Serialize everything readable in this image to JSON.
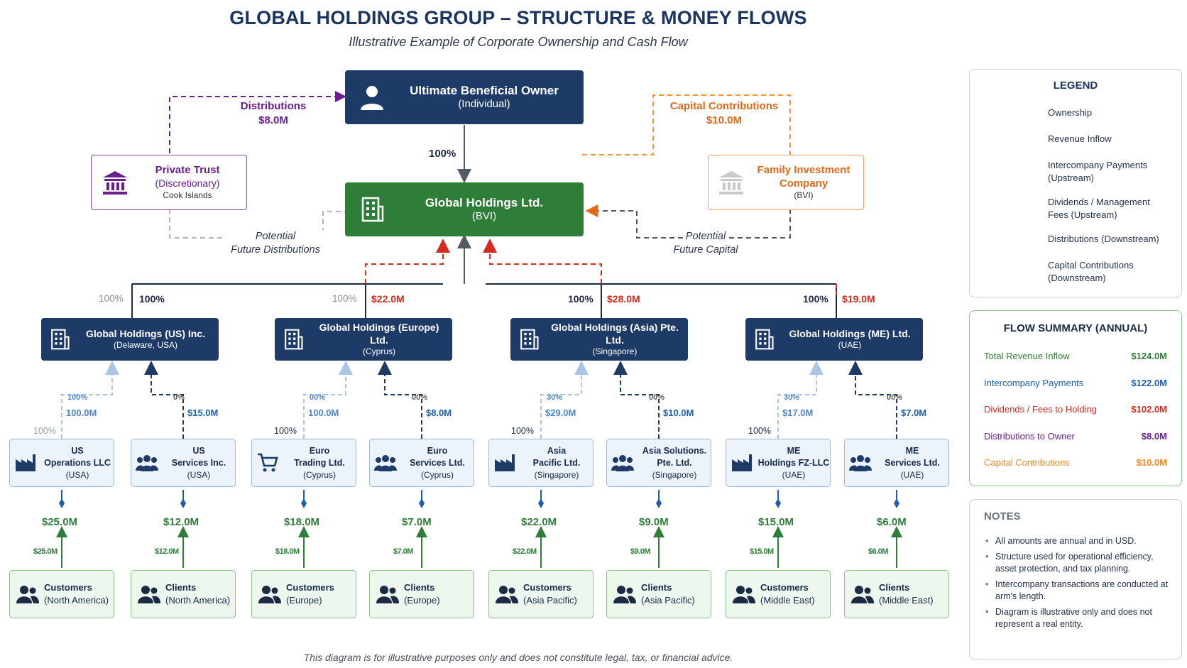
{
  "title": "GLOBAL HOLDINGS GROUP – STRUCTURE & MONEY FLOWS",
  "subtitle": "Illustrative Example of Corporate Ownership and Cash Flow",
  "disclaimer": "This diagram is for illustrative purposes only and does not constitute legal, tax, or financial advice.",
  "ubo": {
    "name": "Ultimate Beneficial Owner",
    "type": "(Individual)"
  },
  "holding": {
    "name": "Global Holdings Ltd.",
    "jurisdiction": "(BVI)"
  },
  "trust": {
    "name": "Private Trust",
    "type": "(Discretionary)",
    "jurisdiction": "Cook Islands"
  },
  "family": {
    "name_line1": "Family Investment",
    "name_line2": "Company",
    "jurisdiction": "(BVI)"
  },
  "top_flows": {
    "distributions_label": "Distributions",
    "distributions_value": "$8.0M",
    "capital_label": "Capital Contributions",
    "capital_value": "$10.0M",
    "ubo_ownership": "100%",
    "potential_dist_line1": "Potential",
    "potential_dist_line2": "Future Distributions",
    "potential_cap_line1": "Potential",
    "potential_cap_line2": "Future Capital"
  },
  "regions": [
    {
      "name": "Global Holdings (US) Inc.",
      "jurisdiction": "(Delaware, USA)",
      "pct_gray": "100%",
      "pct_dark": "100%",
      "dividend": ""
    },
    {
      "name": "Global Holdings (Europe) Ltd.",
      "jurisdiction": "(Cyprus)",
      "pct_gray": "100%",
      "pct_dark": "",
      "dividend": "$22.0M"
    },
    {
      "name": "Global Holdings (Asia) Pte. Ltd.",
      "jurisdiction": "(Singapore)",
      "pct_gray": "",
      "pct_dark": "100%",
      "dividend": "$28.0M"
    },
    {
      "name": "Global Holdings (ME) Ltd.",
      "jurisdiction": "(UAE)",
      "pct_gray": "",
      "pct_dark": "100%",
      "dividend": "$19.0M"
    }
  ],
  "subsidiaries": [
    {
      "line1": "US",
      "line2": "Operations LLC",
      "line3": "(USA)",
      "upflow": "100.0M",
      "upflow_garbled": "100%",
      "own": "100%",
      "icon": "factory-icon"
    },
    {
      "line1": "US",
      "line2": "Services Inc.",
      "line3": "(USA)",
      "upflow": "$15.0M",
      "upflow_garbled": "0%",
      "own": "",
      "icon": "people-icon"
    },
    {
      "line1": "Euro",
      "line2": "Trading Ltd.",
      "line3": "(Cyprus)",
      "upflow": "100.0M",
      "upflow_garbled": "00%",
      "own": "100%",
      "icon": "cart-icon"
    },
    {
      "line1": "Euro",
      "line2": "Services Ltd.",
      "line3": "(Cyprus)",
      "upflow": "$8.0M",
      "upflow_garbled": "00%",
      "own": "",
      "icon": "people-icon"
    },
    {
      "line1": "Asia",
      "line2": "Pacific Ltd.",
      "line3": "(Singapore)",
      "upflow": "$29.0M",
      "upflow_garbled": "30%",
      "own": "100%",
      "icon": "factory-icon"
    },
    {
      "line1": "Asia Solutions.",
      "line2": "Pte. Ltd.",
      "line3": "(Singapore)",
      "upflow": "$10.0M",
      "upflow_garbled": "00%",
      "own": "",
      "icon": "people-icon"
    },
    {
      "line1": "ME",
      "line2": "Holdings FZ-LLC",
      "line3": "(UAE)",
      "upflow": "$17.0M",
      "upflow_garbled": "30%",
      "own": "100%",
      "icon": "factory-icon"
    },
    {
      "line1": "ME",
      "line2": "Services Ltd.",
      "line3": "(UAE)",
      "upflow": "$7.0M",
      "upflow_garbled": "00%",
      "own": "",
      "icon": "people-icon"
    }
  ],
  "revenues": [
    "$25.0M",
    "$12.0M",
    "$18.0M",
    "$7.0M",
    "$22.0M",
    "$9.0M",
    "$15.0M",
    "$6.0M"
  ],
  "revenue_echo": [
    "$25.0M",
    "$12.0M",
    "$18.0M",
    "$7.0M",
    "$22.0M",
    "$9.0M",
    "$15.0M",
    "$6.0M"
  ],
  "customers": [
    {
      "line1": "Customers",
      "line2": "(North America)"
    },
    {
      "line1": "Clients",
      "line2": "(North America)"
    },
    {
      "line1": "Customers",
      "line2": "(Europe)"
    },
    {
      "line1": "Clients",
      "line2": "(Europe)"
    },
    {
      "line1": "Customers",
      "line2": "(Asia Pacific)"
    },
    {
      "line1": "Clients",
      "line2": "(Asia Pacific)"
    },
    {
      "line1": "Customers",
      "line2": "(Middle East)"
    },
    {
      "line1": "Clients",
      "line2": "(Middle East)"
    }
  ],
  "legend": {
    "title": "LEGEND",
    "items": [
      {
        "line1": "Ownership",
        "line2": "",
        "color": "#1c2a44",
        "style": "solid"
      },
      {
        "line1": "Revenue Inflow",
        "line2": "",
        "color": "#2e7d38",
        "style": "solid-arrow"
      },
      {
        "line1": "Intercompany Payments",
        "line2": "(Upstream)",
        "color": "#1d5fae",
        "style": "dashed-arrow"
      },
      {
        "line1": "Dividends / Management",
        "line2": "Fees (Upstream)",
        "color": "#d42b1e",
        "style": "dashed-arrow"
      },
      {
        "line1": "Distributions (Downstream)",
        "line2": "",
        "color": "#6a1f8f",
        "style": "dashed-arrow"
      },
      {
        "line1": "Capital Contributions",
        "line2": "(Downstream)",
        "color": "#f08a24",
        "style": "dashed-arrow"
      }
    ]
  },
  "flow_summary": {
    "title": "FLOW SUMMARY (ANNUAL)",
    "rows": [
      {
        "label": "Total Revenue Inflow",
        "value": "$124.0M",
        "color": "#2e7d38"
      },
      {
        "label": "Intercompany Payments",
        "value": "$122.0M",
        "color": "#1d5fae"
      },
      {
        "label": "Dividends / Fees to Holding",
        "value": "$102.0M",
        "color": "#d42b1e"
      },
      {
        "label": "Distributions to Owner",
        "value": "$8.0M",
        "color": "#6a1f8f"
      },
      {
        "label": "Capital Contributions",
        "value": "$10.0M",
        "color": "#f08a24"
      }
    ]
  },
  "notes": {
    "title": "NOTES",
    "items": [
      "All amounts are annual and in USD.",
      "Structure used for operational efficiency, asset protection, and tax planning.",
      "Intercompany transactions are conducted at arm's length.",
      "Diagram is illustrative only and does not represent a real entity."
    ]
  },
  "colors": {
    "navy": "#1e3a66",
    "green": "#2e7d38",
    "purple": "#6a1f8f",
    "orange": "#f08a24",
    "red": "#d42b1e",
    "blue": "#1d5fae"
  }
}
